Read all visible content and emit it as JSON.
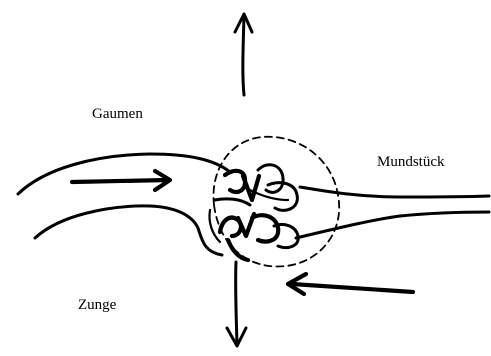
{
  "labels": {
    "gaumen": "Gaumen",
    "mundstueck": "Mundstück",
    "zunge": "Zunge"
  }
}
